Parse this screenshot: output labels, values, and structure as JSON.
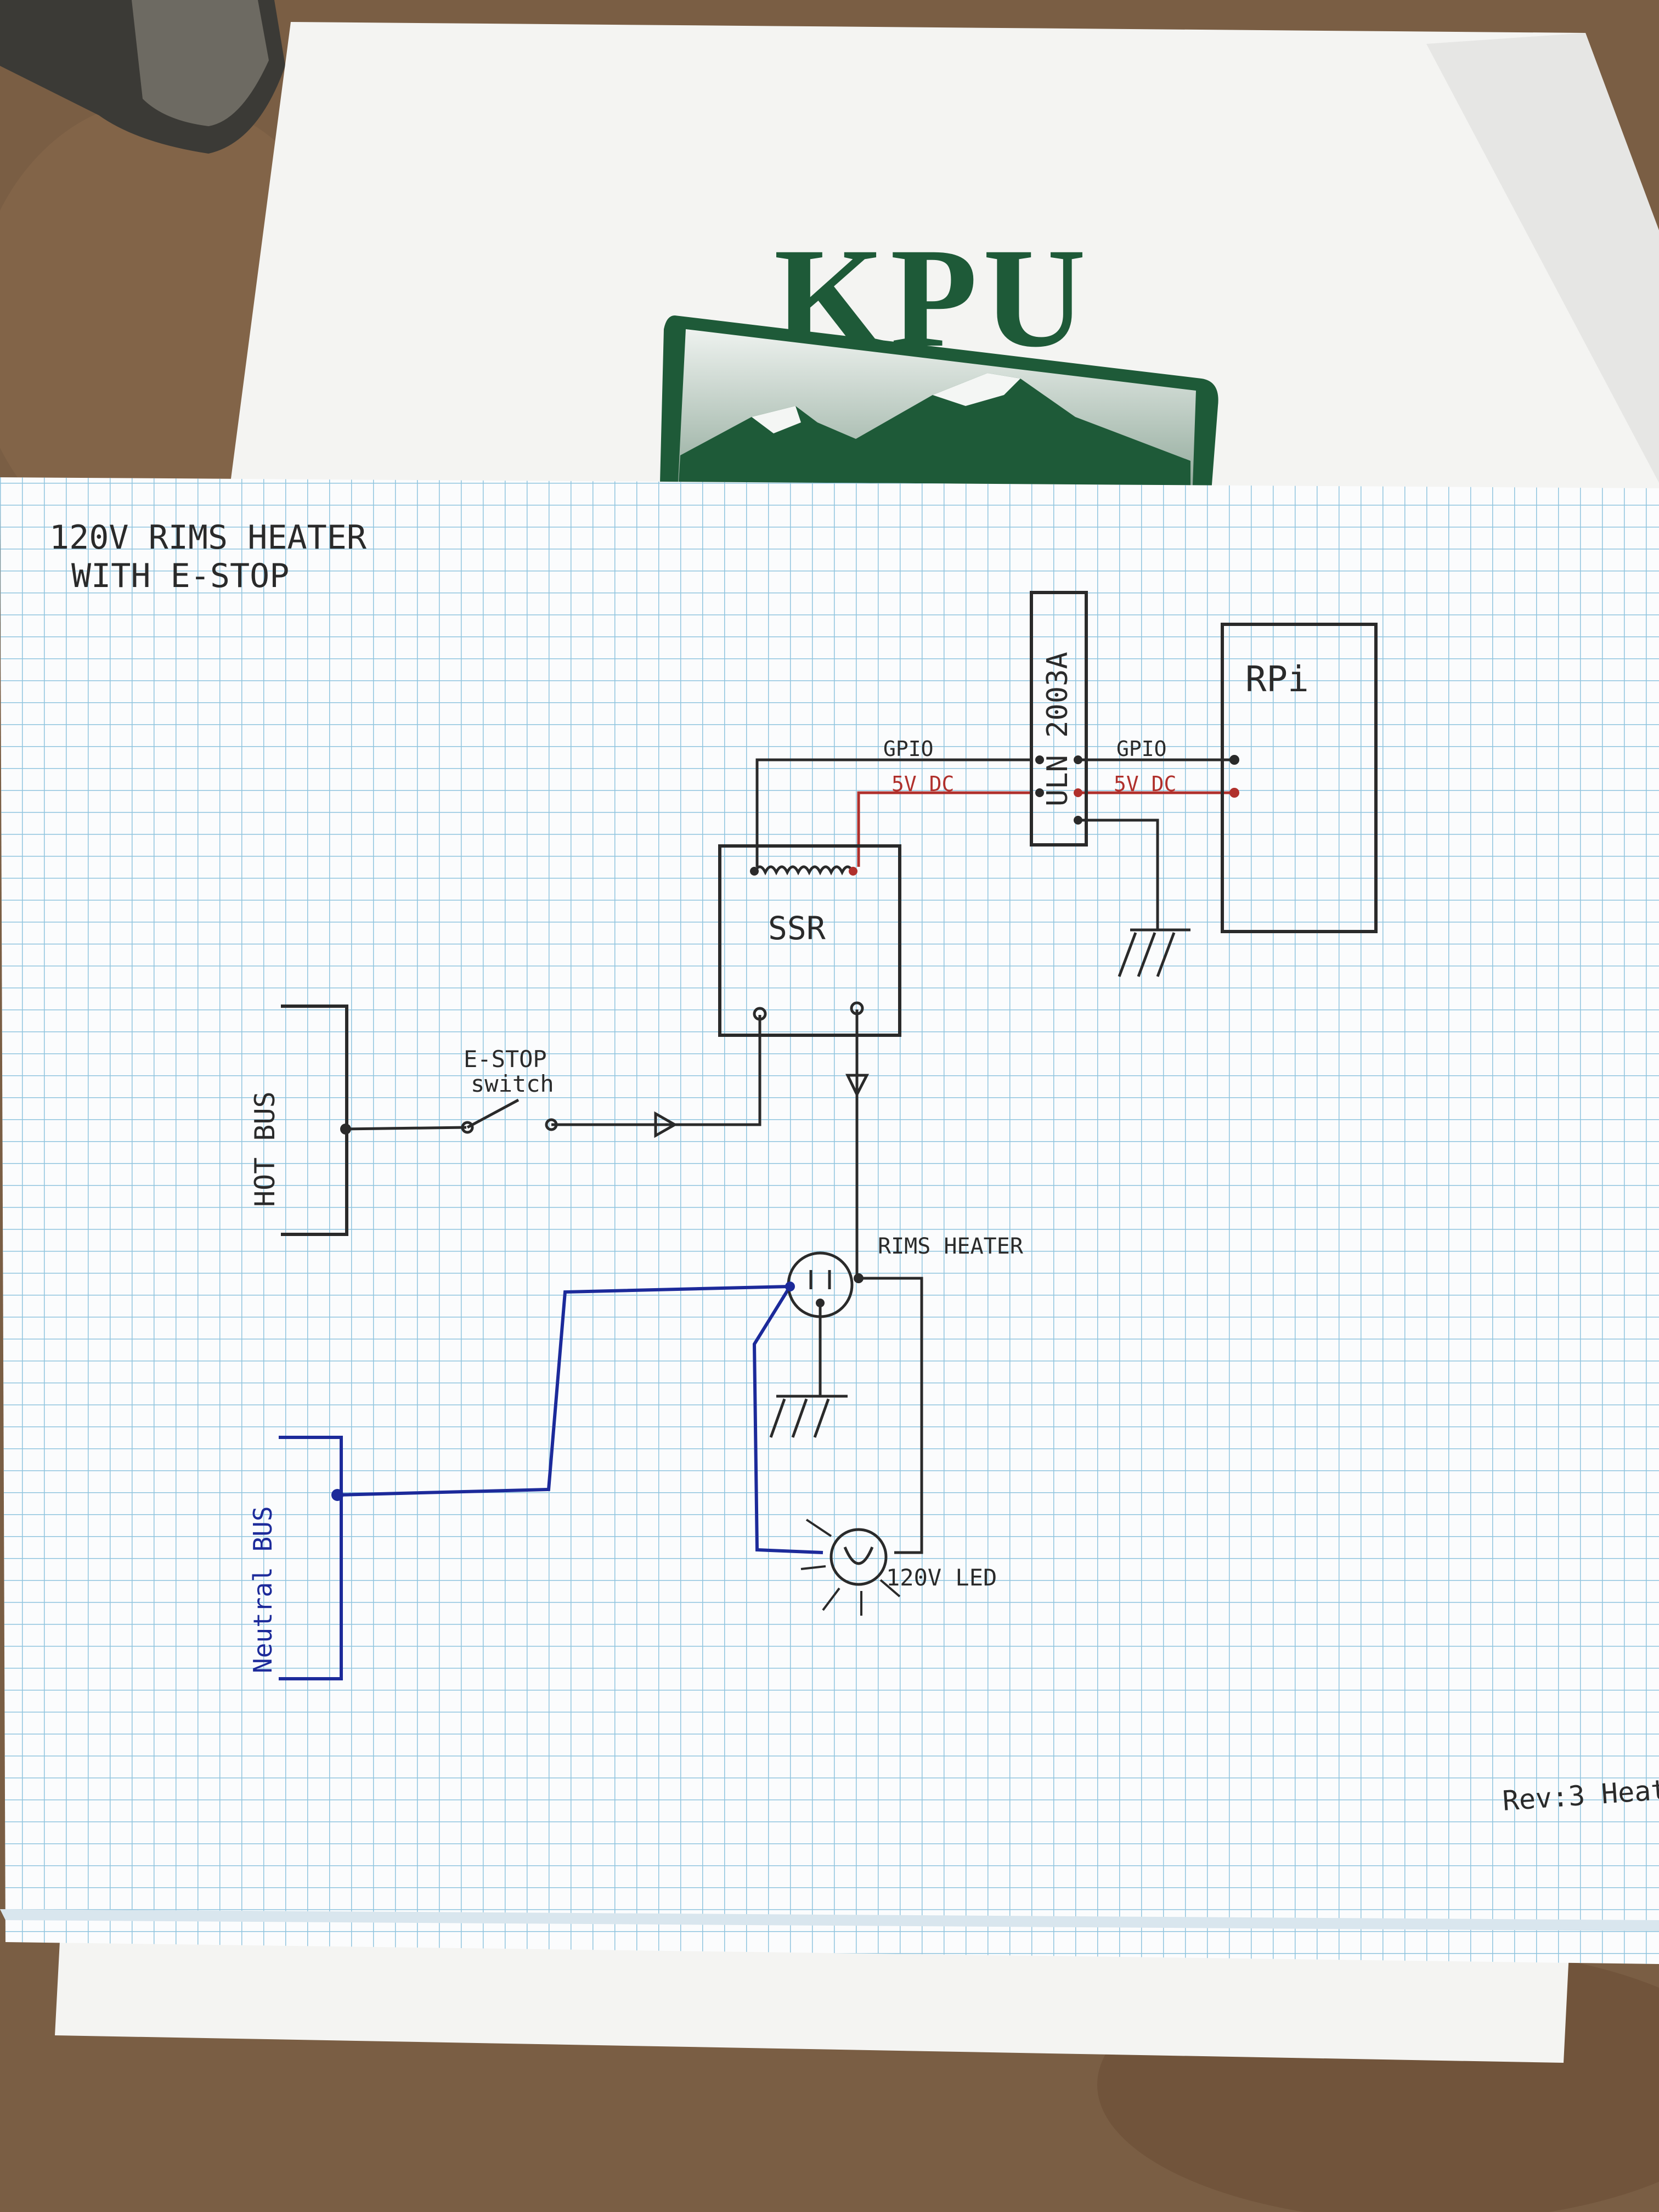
{
  "folder": {
    "logo_text": "KPU",
    "brand_color": "#1e5a38"
  },
  "sheet": {
    "title_line1": "120V RIMS HEATER",
    "title_line2": "WITH E-STOP",
    "corner_note": "Rev:3 Heat"
  },
  "components": {
    "rpi": "RPi",
    "uln": "ULN 2003A",
    "ssr": "SSR",
    "hot_bus": "HOT BUS",
    "neutral_bus": "Neutral BUS",
    "estop_line1": "E-STOP",
    "estop_line2": "switch",
    "heater": "RIMS HEATER",
    "led": "120V LED"
  },
  "wires": {
    "gpio_left": "GPIO",
    "vdc_left": "5V DC",
    "gpio_right": "GPIO",
    "vdc_right": "5V DC"
  },
  "colors": {
    "ink": "#2a2a2a",
    "red_ink": "#b0302c",
    "blue_ink": "#1c2a9a",
    "grid": "#8fc4de",
    "paper": "#fbfcfd"
  }
}
